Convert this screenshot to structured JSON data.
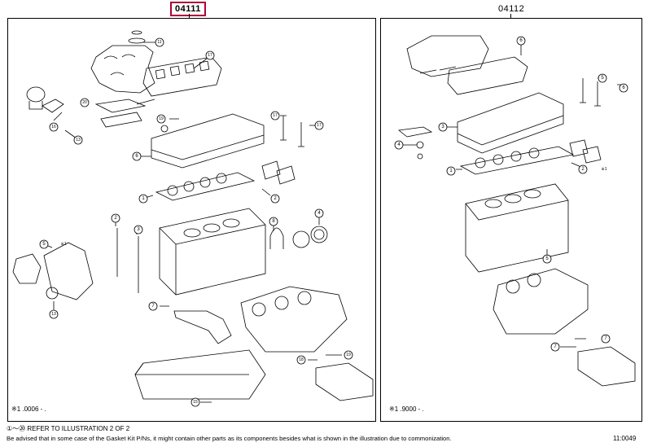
{
  "codes": {
    "left": "04111",
    "right": "04112"
  },
  "left_notes": {
    "range": "※1  .0006 -  ."
  },
  "right_notes": {
    "range": "※1  .9000 -  ."
  },
  "callouts_left": [
    "11",
    "17",
    "20",
    "16",
    "13",
    "19",
    "17",
    "17",
    "6",
    "1",
    "2",
    "2",
    "3",
    "8",
    "4",
    "5",
    "※1",
    "13",
    "7",
    "18",
    "19",
    "15"
  ],
  "callouts_right": [
    "6",
    "5",
    "6",
    "3",
    "4",
    "1",
    "2",
    "※1",
    "5",
    "7",
    "7"
  ],
  "footer": {
    "range_ref": "①～⑳  REFER TO ILLUSTRATION 2 OF 2",
    "advisory": "Be advised that in some case of the Gasket Kit P/Ns, it might contain other parts as its components besides what is shown in the illustration due to commonization.",
    "page_code": "11:0049"
  }
}
